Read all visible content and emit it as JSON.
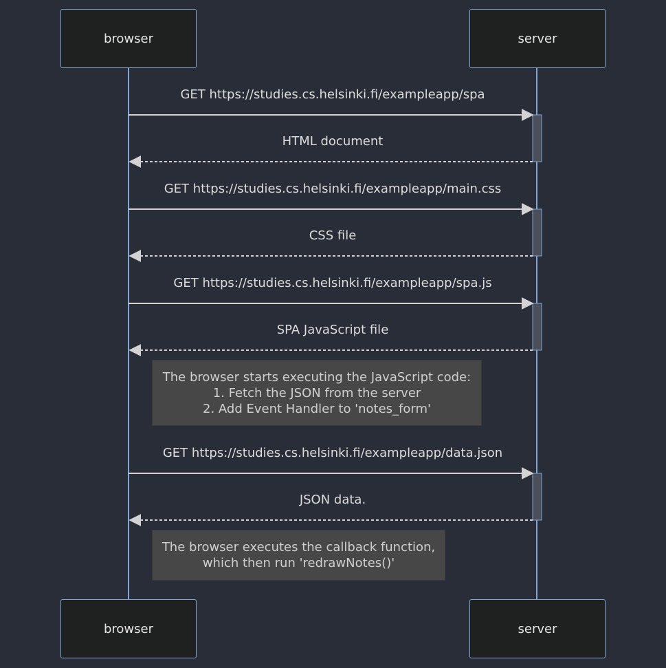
{
  "actors": {
    "left": "browser",
    "right": "server"
  },
  "messages": [
    {
      "text": "GET https://studies.cs.helsinki.fi/exampleapp/spa",
      "direction": "to-server",
      "style": "solid"
    },
    {
      "text": "HTML document",
      "direction": "to-browser",
      "style": "dashed"
    },
    {
      "text": "GET https://studies.cs.helsinki.fi/exampleapp/main.css",
      "direction": "to-server",
      "style": "solid"
    },
    {
      "text": "CSS file",
      "direction": "to-browser",
      "style": "dashed"
    },
    {
      "text": "GET https://studies.cs.helsinki.fi/exampleapp/spa.js",
      "direction": "to-server",
      "style": "solid"
    },
    {
      "text": "SPA JavaScript file",
      "direction": "to-browser",
      "style": "dashed"
    },
    {
      "text": "GET https://studies.cs.helsinki.fi/exampleapp/data.json",
      "direction": "to-server",
      "style": "solid"
    },
    {
      "text": "JSON data.",
      "direction": "to-browser",
      "style": "dashed"
    }
  ],
  "notes": [
    {
      "lines": [
        "The browser starts executing the JavaScript code:",
        "1. Fetch the JSON from the server",
        "2. Add Event Handler to 'notes_form'"
      ]
    },
    {
      "lines": [
        "The browser executes the callback function,",
        "which then run 'redrawNotes()'"
      ]
    }
  ],
  "colors": {
    "background": "#282d38",
    "actor_fill": "#1f2020",
    "actor_border": "#81a6d4",
    "lifeline": "#81a6d4",
    "arrow": "#d3d3d3",
    "note_fill": "#474747"
  }
}
